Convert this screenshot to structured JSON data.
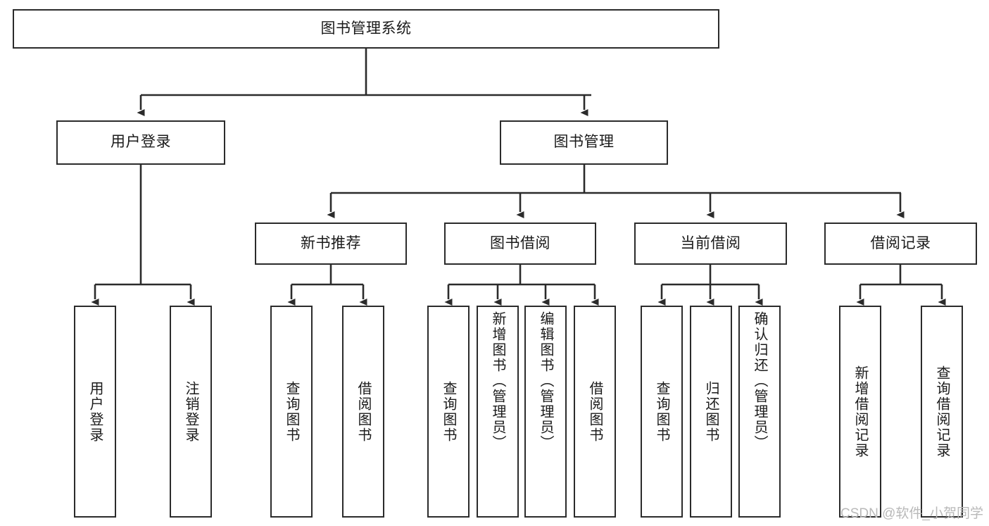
{
  "diagram": {
    "title": "图书管理系统",
    "type": "tree-hierarchy",
    "orientation": "top-down",
    "watermark": "CSDN @软件_小贺同学",
    "colors": {
      "node_border": "#2b2b2b",
      "node_fill": "#ffffff",
      "edge": "#2b2b2b",
      "text": "#1a1a1a",
      "watermark": "#b9b9b9",
      "background": "#ffffff"
    },
    "nodes": {
      "root": {
        "label": "图书管理系统",
        "level": 0
      },
      "user_login": {
        "label": "用户登录",
        "level": 1
      },
      "book_manage": {
        "label": "图书管理",
        "level": 1
      },
      "new_book_rec": {
        "label": "新书推荐",
        "level": 2
      },
      "book_borrow": {
        "label": "图书借阅",
        "level": 2
      },
      "current_borrow": {
        "label": "当前借阅",
        "level": 2
      },
      "borrow_record": {
        "label": "借阅记录",
        "level": 2
      },
      "leaf_user_login": {
        "label": "用户登录",
        "level": 2
      },
      "leaf_logout": {
        "label": "注销登录",
        "level": 2
      },
      "leaf_query_book_a": {
        "label": "查询图书",
        "level": 3
      },
      "leaf_borrow_book_a": {
        "label": "借阅图书",
        "level": 3
      },
      "leaf_query_book_b": {
        "label": "查询图书",
        "level": 3
      },
      "leaf_add_book": {
        "label": "新增图书（管理员）",
        "level": 3
      },
      "leaf_edit_book": {
        "label": "编辑图书（管理员）",
        "level": 3
      },
      "leaf_borrow_book_b": {
        "label": "借阅图书",
        "level": 3
      },
      "leaf_query_book_c": {
        "label": "查询图书",
        "level": 3
      },
      "leaf_return_book": {
        "label": "归还图书",
        "level": 3
      },
      "leaf_confirm_return": {
        "label": "确认归还（管理员）",
        "level": 3
      },
      "leaf_add_record": {
        "label": "新增借阅记录",
        "level": 3
      },
      "leaf_query_record": {
        "label": "查询借阅记录",
        "level": 3
      }
    },
    "edges": [
      {
        "from": "root",
        "to": "user_login"
      },
      {
        "from": "root",
        "to": "book_manage"
      },
      {
        "from": "user_login",
        "to": "leaf_user_login"
      },
      {
        "from": "user_login",
        "to": "leaf_logout"
      },
      {
        "from": "book_manage",
        "to": "new_book_rec"
      },
      {
        "from": "book_manage",
        "to": "book_borrow"
      },
      {
        "from": "book_manage",
        "to": "current_borrow"
      },
      {
        "from": "book_manage",
        "to": "borrow_record"
      },
      {
        "from": "new_book_rec",
        "to": "leaf_query_book_a"
      },
      {
        "from": "new_book_rec",
        "to": "leaf_borrow_book_a"
      },
      {
        "from": "book_borrow",
        "to": "leaf_query_book_b"
      },
      {
        "from": "book_borrow",
        "to": "leaf_add_book"
      },
      {
        "from": "book_borrow",
        "to": "leaf_edit_book"
      },
      {
        "from": "book_borrow",
        "to": "leaf_borrow_book_b"
      },
      {
        "from": "current_borrow",
        "to": "leaf_query_book_c"
      },
      {
        "from": "current_borrow",
        "to": "leaf_return_book"
      },
      {
        "from": "current_borrow",
        "to": "leaf_confirm_return"
      },
      {
        "from": "borrow_record",
        "to": "leaf_add_record"
      },
      {
        "from": "borrow_record",
        "to": "leaf_query_record"
      }
    ]
  }
}
